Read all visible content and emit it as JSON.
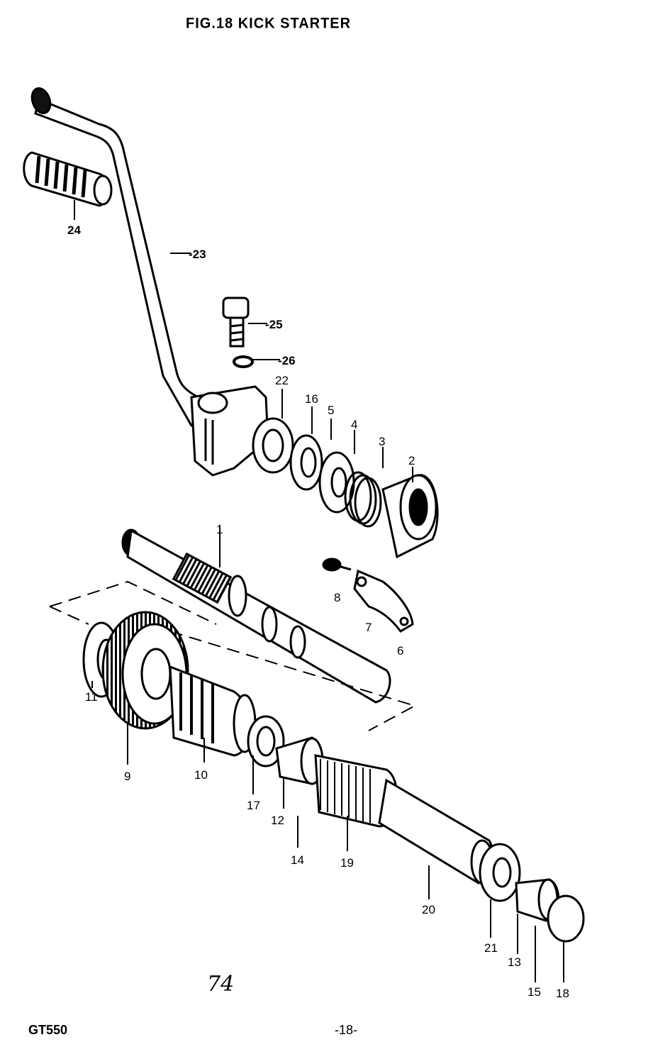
{
  "title": "FIG.18  KICK STARTER",
  "footer": {
    "model": "GT550",
    "page": "-18-",
    "handwritten": "74"
  },
  "callouts": [
    {
      "id": "c1",
      "label": "1"
    },
    {
      "id": "c2",
      "label": "2"
    },
    {
      "id": "c3",
      "label": "3"
    },
    {
      "id": "c4",
      "label": "4"
    },
    {
      "id": "c5",
      "label": "5"
    },
    {
      "id": "c6",
      "label": "6"
    },
    {
      "id": "c7",
      "label": "7"
    },
    {
      "id": "c8",
      "label": "8"
    },
    {
      "id": "c9",
      "label": "9"
    },
    {
      "id": "c10",
      "label": "10"
    },
    {
      "id": "c11",
      "label": "11"
    },
    {
      "id": "c12",
      "label": "12"
    },
    {
      "id": "c13",
      "label": "13"
    },
    {
      "id": "c14",
      "label": "14"
    },
    {
      "id": "c15",
      "label": "15"
    },
    {
      "id": "c16",
      "label": "16"
    },
    {
      "id": "c17",
      "label": "17"
    },
    {
      "id": "c18",
      "label": "18"
    },
    {
      "id": "c19",
      "label": "19"
    },
    {
      "id": "c20",
      "label": "20"
    },
    {
      "id": "c21",
      "label": "21"
    },
    {
      "id": "c22",
      "label": "22"
    },
    {
      "id": "c23",
      "label": "-23"
    },
    {
      "id": "c24",
      "label": "24"
    },
    {
      "id": "c25",
      "label": "-25"
    },
    {
      "id": "c26",
      "label": "-26"
    }
  ]
}
